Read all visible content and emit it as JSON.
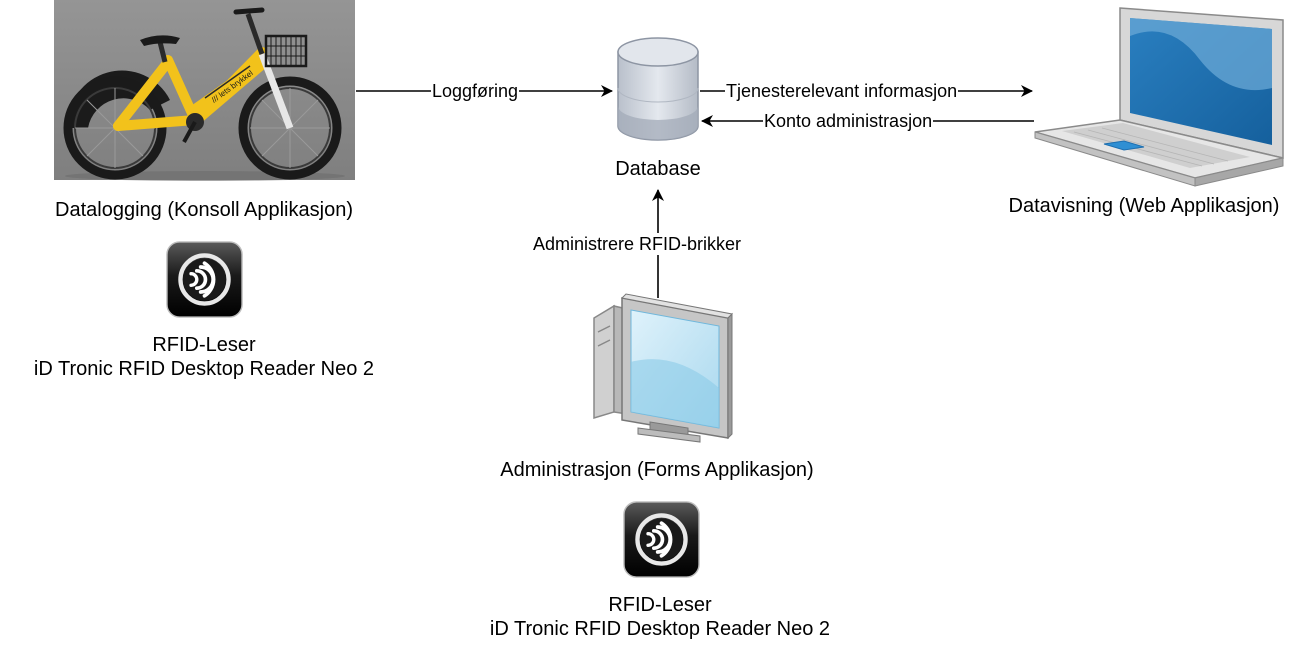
{
  "nodes": {
    "bike": {
      "label": "Datalogging (Konsoll Applikasjon)",
      "decal": "/// lets brykkel"
    },
    "database": {
      "label": "Database"
    },
    "laptop": {
      "label": "Datavisning (Web Applikasjon)"
    },
    "desktop": {
      "label": "Administrasjon (Forms Applikasjon)"
    },
    "rfid_left": {
      "line1": "RFID-Leser",
      "line2": "iD Tronic RFID Desktop Reader Neo 2"
    },
    "rfid_bottom": {
      "line1": "RFID-Leser",
      "line2": "iD Tronic RFID Desktop Reader Neo 2"
    }
  },
  "edges": {
    "logging": "Loggføring",
    "service_info": "Tjenesterelevant informasjon",
    "account_admin": "Konto administrasjon",
    "rfid_admin": "Administrere RFID-brikker"
  },
  "colors": {
    "bike_frame": "#F2C21B",
    "bike_background": "#8A8A8A",
    "database_fill": "#CDD3DC",
    "database_dark": "#A3ABB8",
    "screen_blue": "#1E6FB0",
    "rfid_dark": "#111111"
  },
  "icons": {
    "bike": "bicycle-photo",
    "database": "database-cylinder-icon",
    "laptop": "laptop-icon",
    "desktop": "desktop-computer-icon",
    "rfid": "nfc-contactless-icon"
  }
}
